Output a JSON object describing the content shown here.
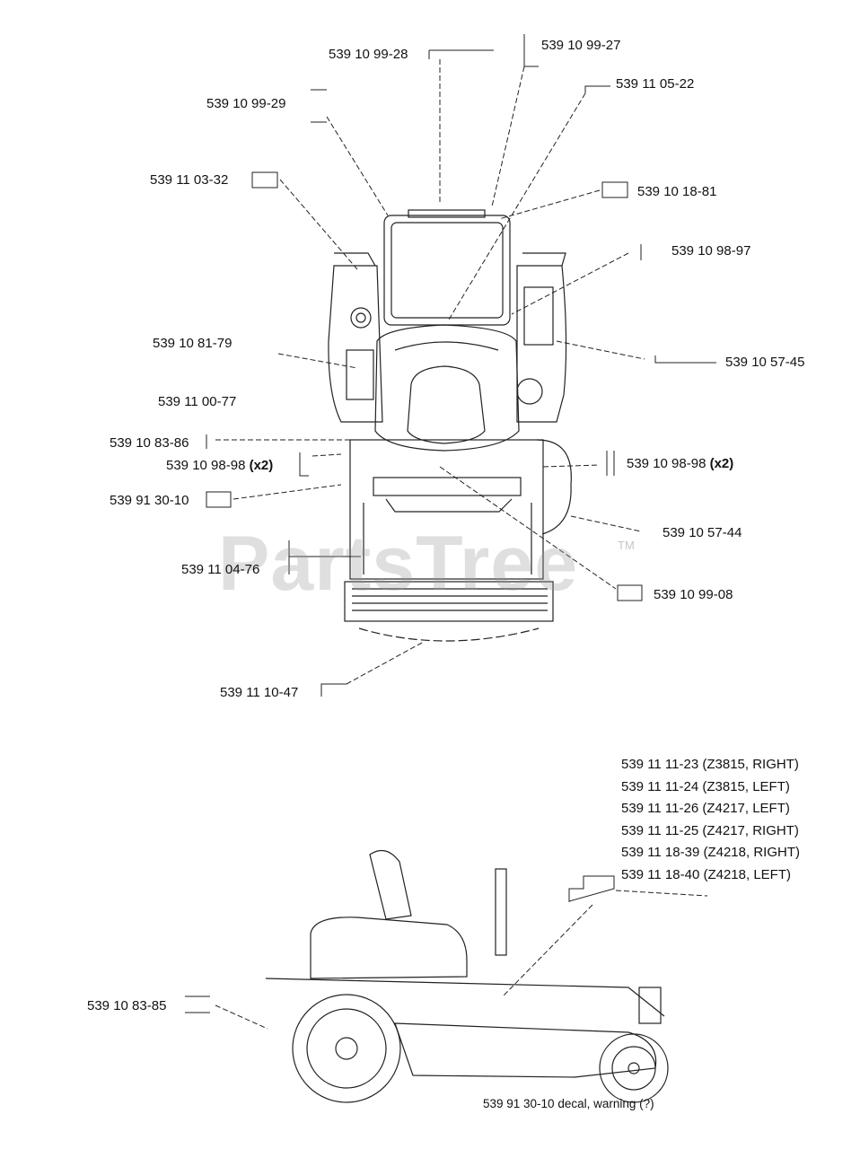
{
  "watermark": {
    "text": "PartsTree",
    "tm": "TM"
  },
  "callouts": {
    "c1": "539 10 99-28",
    "c2": "539 10 99-27",
    "c3": "539 11 05-22",
    "c4": "539 10 99-29",
    "c5": "539 11 03-32",
    "c6": "539 10 18-81",
    "c7": "539 10 98-97",
    "c8": "539 10 57-45",
    "c9": "539 10 81-79",
    "c10": "539 11 00-77",
    "c11": "539 10 83-86",
    "c12": "539 10 98-98",
    "c13": "539 10 98-98",
    "c14": "539 91 30-10",
    "c15": "539 10 57-44",
    "c16": "539 11 04-76",
    "c17": "539 10 99-08",
    "c18": "539 11 10-47",
    "c19": "539 10 83-85",
    "qty": "(x2)"
  },
  "variants": [
    "539 11 11-23 (Z3815, RIGHT)",
    "539 11 11-24 (Z3815, LEFT)",
    "539 11 11-26 (Z4217, LEFT)",
    "539 11 11-25 (Z4217, RIGHT)",
    "539 11 18-39 (Z4218, RIGHT)",
    "539 11 18-40 (Z4218, LEFT)"
  ],
  "footnote": "539 91 30-10 decal, warning (?)"
}
